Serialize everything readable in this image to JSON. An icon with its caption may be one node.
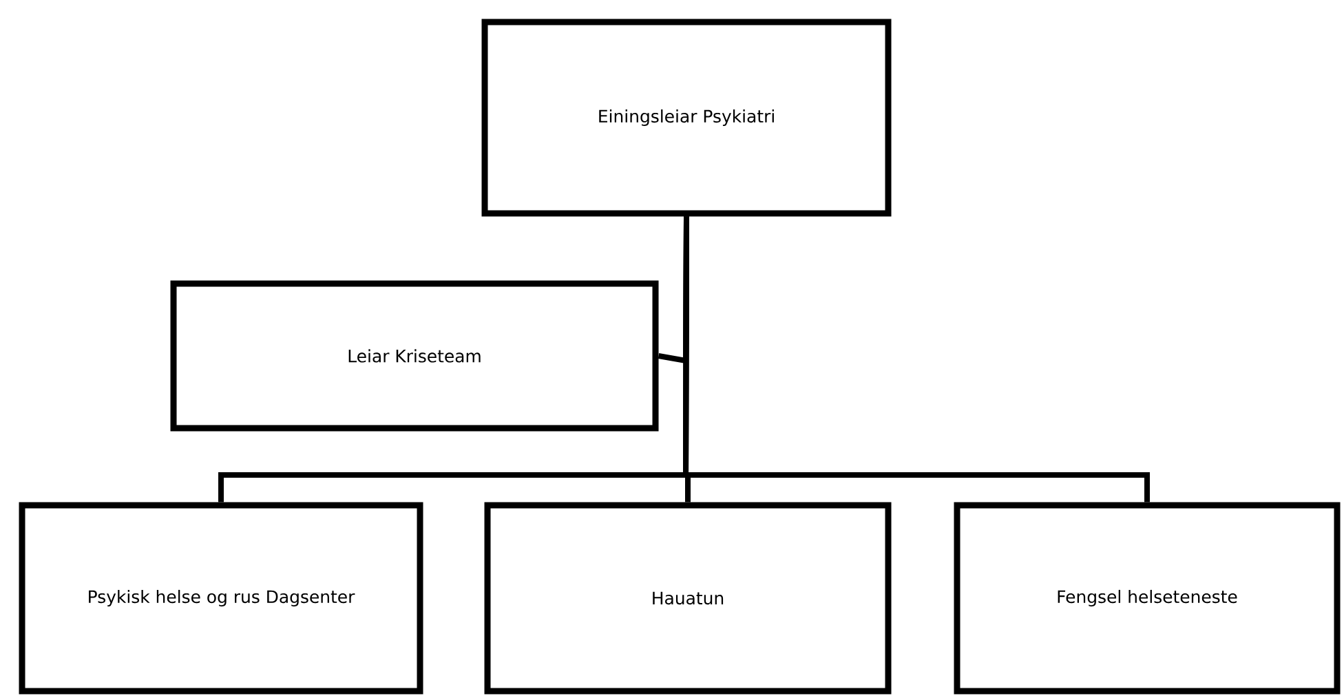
{
  "diagram": {
    "nodes": [
      {
        "text": [
          "Einingsleiar Psykiatri"
        ]
      },
      {
        "text": [
          "Leiar Kriseteam"
        ]
      },
      {
        "text": [
          "Psykisk helse og rus Dagsenter"
        ]
      },
      {
        "text": [
          "Hauatun"
        ]
      },
      {
        "text": [
          "Fengsel helseteneste"
        ]
      }
    ],
    "edges": [
      {
        "from": 0,
        "to": 1,
        "arrow": "none"
      },
      {
        "from": 0,
        "to": 2,
        "arrow": "none"
      },
      {
        "from": 0,
        "to": 3,
        "arrow": "none"
      },
      {
        "from": 0,
        "to": 4,
        "arrow": "none"
      }
    ]
  }
}
